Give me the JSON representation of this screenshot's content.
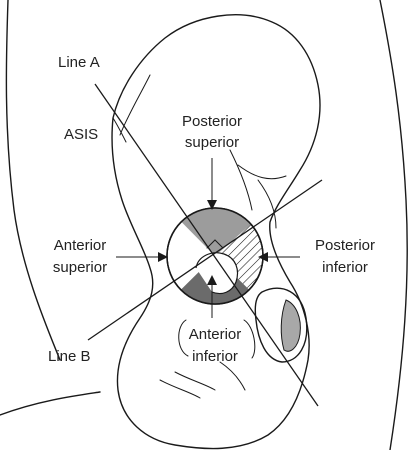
{
  "labels": {
    "line_a": "Line A",
    "asis": "ASIS",
    "line_b": "Line B",
    "posterior_superior": [
      "Posterior",
      "superior"
    ],
    "anterior_superior": [
      "Anterior",
      "superior"
    ],
    "posterior_inferior": [
      "Posterior",
      "inferior"
    ],
    "anterior_inferior": [
      "Anterior",
      "inferior"
    ]
  },
  "colors": {
    "bone_fill": "#d4d4d4",
    "dark_quadrant": "#6b6b6b",
    "mid_quadrant": "#9c9c9c",
    "line": "#1a1a1a",
    "text": "#222222"
  }
}
